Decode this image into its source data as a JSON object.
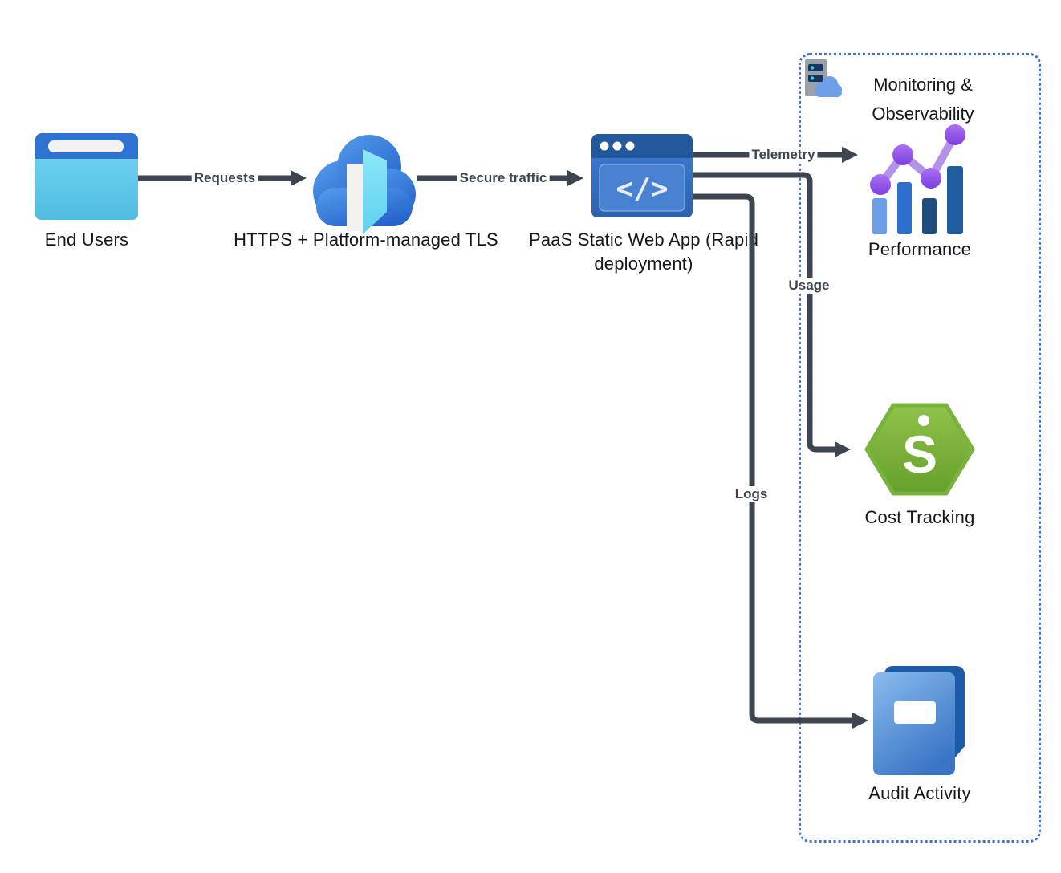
{
  "diagram": {
    "group": {
      "label": "Monitoring & Observability",
      "icon": "server-cloud-icon",
      "border_color": "#3a6fd8"
    },
    "nodes": [
      {
        "id": "end-users",
        "label": "End Users",
        "icon": "browser-window-icon"
      },
      {
        "id": "https-tls",
        "label": "HTTPS + Platform-managed TLS",
        "icon": "cloud-front-door-icon"
      },
      {
        "id": "static-web-app",
        "label": "PaaS Static Web App (Rapid deployment)",
        "icon": "code-window-icon",
        "glyph": "</>"
      },
      {
        "id": "performance",
        "label": "Performance",
        "icon": "bar-line-chart-icon"
      },
      {
        "id": "cost-tracking",
        "label": "Cost Tracking",
        "icon": "dollar-hexagon-icon"
      },
      {
        "id": "audit-activity",
        "label": "Audit Activity",
        "icon": "journal-book-icon"
      }
    ],
    "edges": [
      {
        "id": "requests",
        "label": "Requests",
        "from": "end-users",
        "to": "https-tls"
      },
      {
        "id": "secure-traffic",
        "label": "Secure traffic",
        "from": "https-tls",
        "to": "static-web-app"
      },
      {
        "id": "telemetry",
        "label": "Telemetry",
        "from": "static-web-app",
        "to": "performance"
      },
      {
        "id": "usage",
        "label": "Usage",
        "from": "static-web-app",
        "to": "cost-tracking"
      },
      {
        "id": "logs",
        "label": "Logs",
        "from": "static-web-app",
        "to": "audit-activity"
      }
    ],
    "colors": {
      "arrow": "#3d4650",
      "group_border": "#3a6fd8",
      "label_text": "#14181d",
      "browser_header_blue": "#2e73d2",
      "browser_body_cyan": "#5cc5e8",
      "webapp_header_blue": "#22589c",
      "cost_green": "#79b13c",
      "performance_purple": "#9a5cf0",
      "book_blue": "#3b76c6"
    }
  }
}
